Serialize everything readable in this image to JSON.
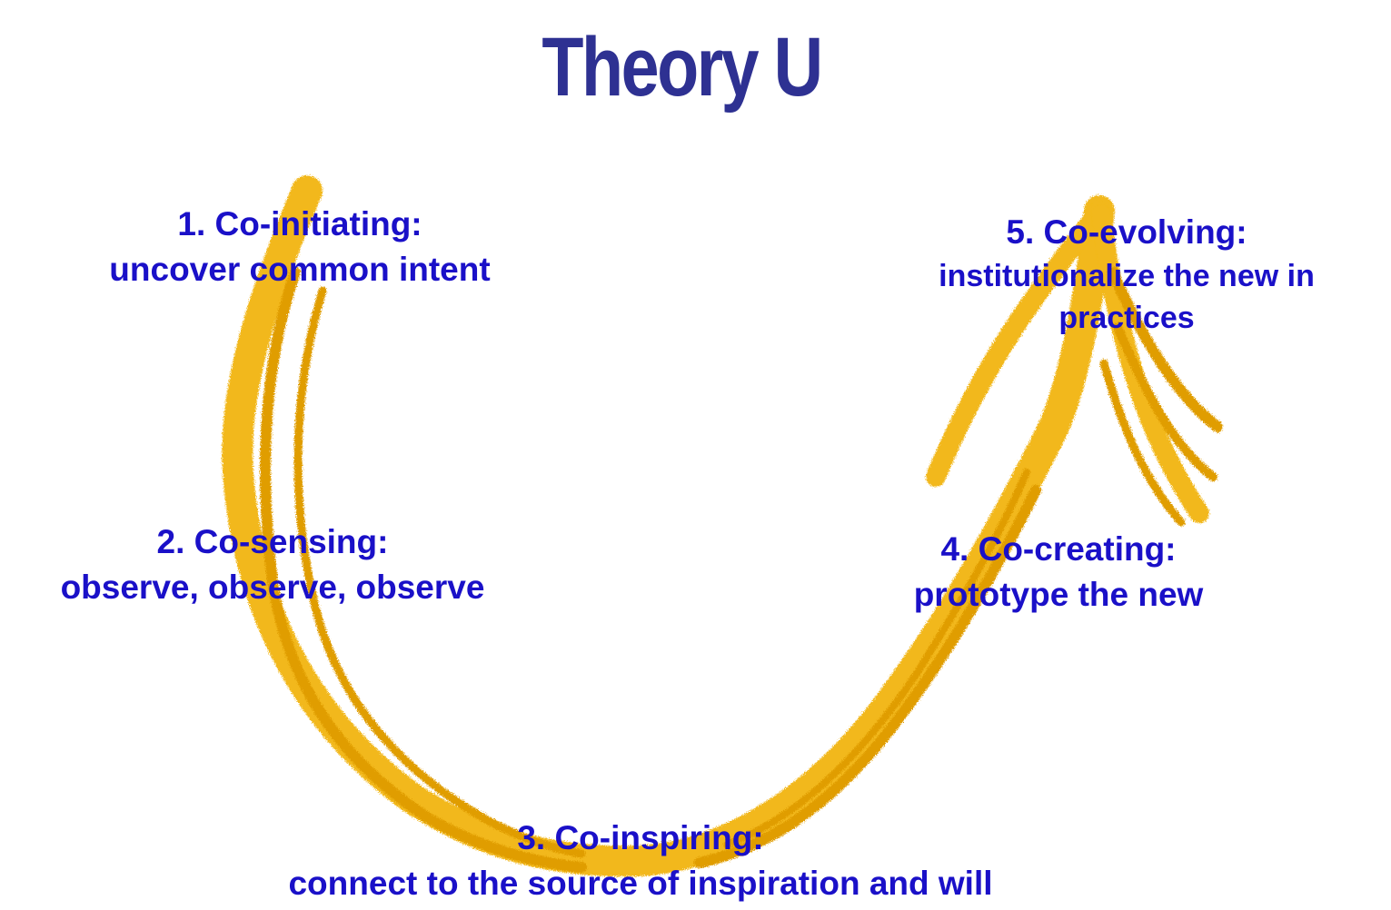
{
  "title": "Theory U",
  "colors": {
    "text": "#1a10c8",
    "title": "#2e3192",
    "stroke": "#f2b81a",
    "stroke_dark": "#e09d00",
    "background": "#ffffff"
  },
  "steps": [
    {
      "heading": "1. Co-initiating:",
      "desc": [
        "uncover common intent"
      ]
    },
    {
      "heading": "2. Co-sensing:",
      "desc": [
        "observe, observe, observe"
      ]
    },
    {
      "heading": "3. Co-inspiring:",
      "desc": [
        "connect to the source of inspiration and will"
      ]
    },
    {
      "heading": "4. Co-creating:",
      "desc": [
        "prototype the new"
      ]
    },
    {
      "heading": "5. Co-evolving:",
      "desc": [
        "institutionalize the new in",
        "practices"
      ]
    }
  ]
}
